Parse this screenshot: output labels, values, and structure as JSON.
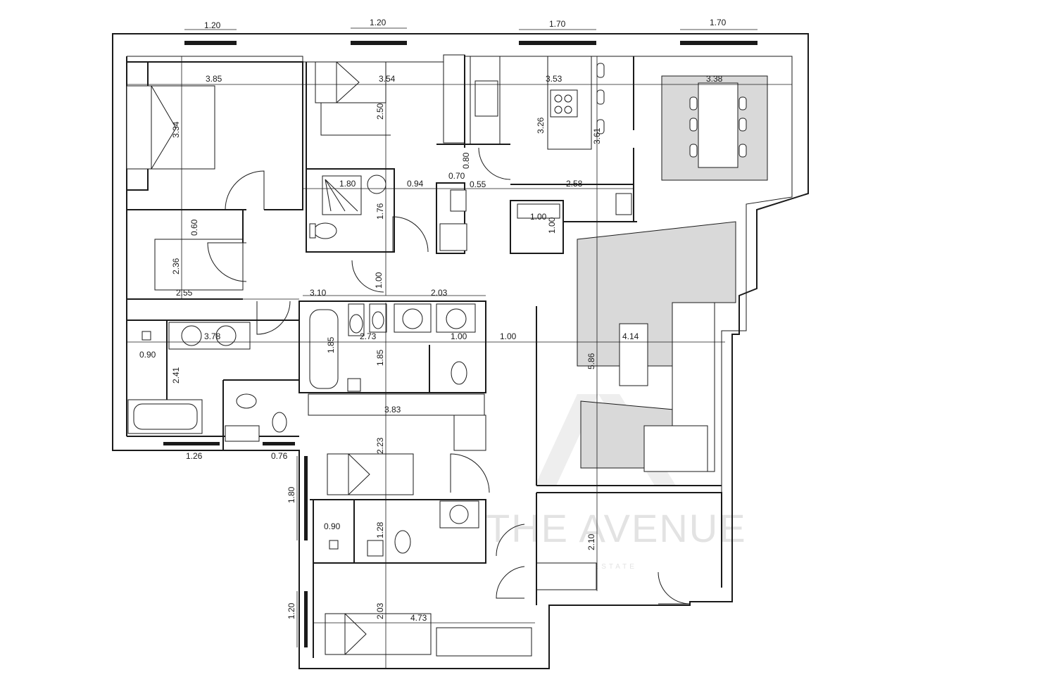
{
  "plan": {
    "window_widths": [
      "1.20",
      "1.20",
      "1.70",
      "1.70"
    ],
    "bottom_window_widths": [
      "1.26",
      "0.76"
    ],
    "side_window_heights": [
      "1.80",
      "1.20"
    ],
    "dimensions": [
      {
        "id": "bed1-width",
        "text": "3.85"
      },
      {
        "id": "bed1-depth",
        "text": "3.34"
      },
      {
        "id": "bed2-width",
        "text": "3.54"
      },
      {
        "id": "bed2-depth",
        "text": "2.50"
      },
      {
        "id": "kitchen-width",
        "text": "3.53"
      },
      {
        "id": "kitchen-depth",
        "text": "3.26"
      },
      {
        "id": "kitchen-height",
        "text": "3.61"
      },
      {
        "id": "dining-width",
        "text": "3.38"
      },
      {
        "id": "shower-width",
        "text": "1.80"
      },
      {
        "id": "shower-depth",
        "text": "1.76"
      },
      {
        "id": "pass-094",
        "text": "0.94"
      },
      {
        "id": "pass-070",
        "text": "0.70"
      },
      {
        "id": "pass-055",
        "text": "0.55"
      },
      {
        "id": "pass-080",
        "text": "0.80"
      },
      {
        "id": "hall-258",
        "text": "2.58"
      },
      {
        "id": "closet-w",
        "text": "1.00"
      },
      {
        "id": "closet-h",
        "text": "1.00"
      },
      {
        "id": "corr-060",
        "text": "0.60"
      },
      {
        "id": "dress-236",
        "text": "2.36"
      },
      {
        "id": "dress-255",
        "text": "2.55"
      },
      {
        "id": "door-100",
        "text": "1.00"
      },
      {
        "id": "hall-310",
        "text": "3.10"
      },
      {
        "id": "hall-203",
        "text": "2.03"
      },
      {
        "id": "bath1-378",
        "text": "3.78"
      },
      {
        "id": "bath1-090",
        "text": "0.90"
      },
      {
        "id": "bath1-241",
        "text": "2.41"
      },
      {
        "id": "bath2-185a",
        "text": "1.85"
      },
      {
        "id": "bath2-273",
        "text": "2.73"
      },
      {
        "id": "bath2-185b",
        "text": "1.85"
      },
      {
        "id": "wc-100",
        "text": "1.00"
      },
      {
        "id": "corr-100",
        "text": "1.00"
      },
      {
        "id": "living-414",
        "text": "4.14"
      },
      {
        "id": "living-586",
        "text": "5.86"
      },
      {
        "id": "corr-383",
        "text": "3.83"
      },
      {
        "id": "bed3-223",
        "text": "2.23"
      },
      {
        "id": "bath3-090",
        "text": "0.90"
      },
      {
        "id": "bath3-128",
        "text": "1.28"
      },
      {
        "id": "entry-210",
        "text": "2.10"
      },
      {
        "id": "bed4-203",
        "text": "2.03"
      },
      {
        "id": "bed4-473",
        "text": "4.73"
      }
    ]
  },
  "watermark": {
    "brand": "THE AVENUE",
    "tagline": "REAL ESTATE"
  }
}
